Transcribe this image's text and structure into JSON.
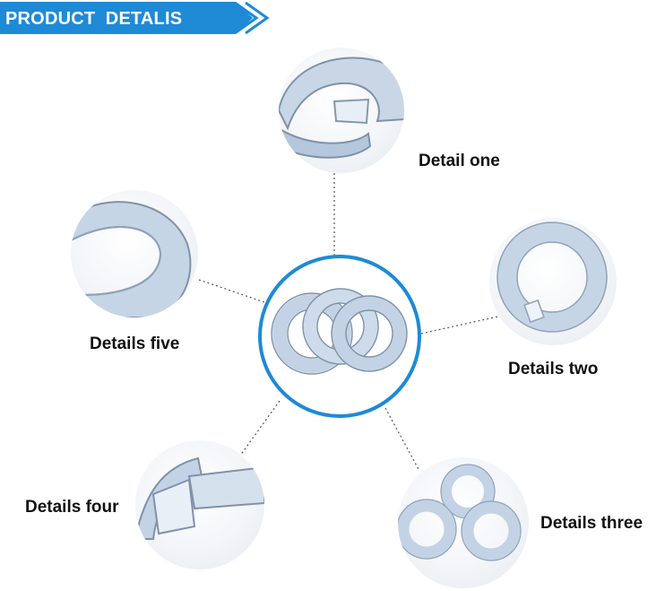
{
  "banner": {
    "title": "PRODUCT  DETALIS",
    "color": "#1e8ad6"
  },
  "hub": {
    "border_color": "#1e8ad6"
  },
  "details": [
    {
      "label": "Detail one"
    },
    {
      "label": "Details two"
    },
    {
      "label": "Details three"
    },
    {
      "label": "Details four"
    },
    {
      "label": "Details five"
    }
  ]
}
